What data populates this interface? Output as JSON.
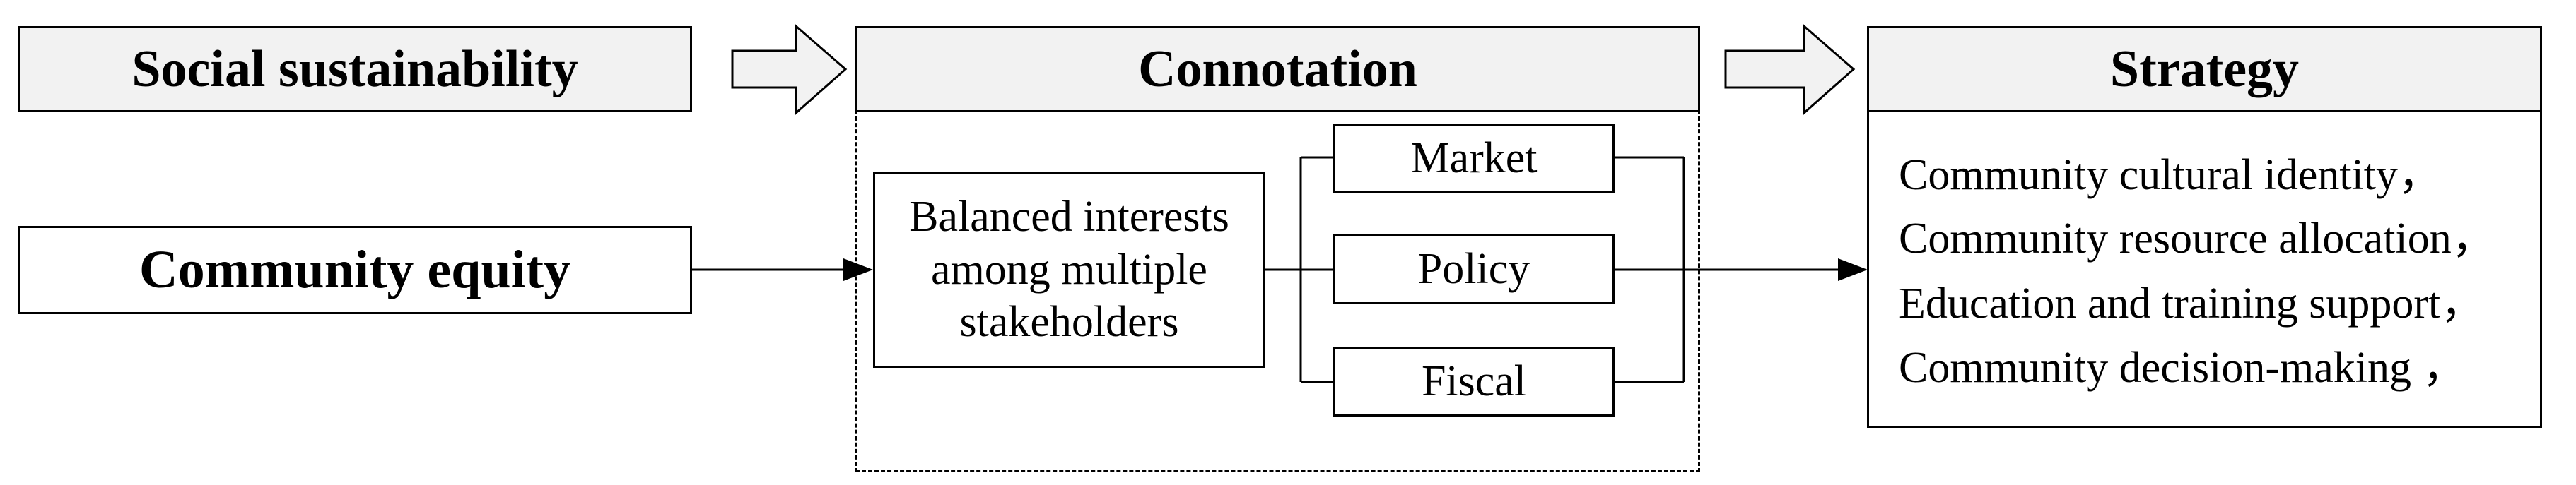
{
  "top_row": {
    "left_title": "Social sustainability",
    "middle_title": "Connotation",
    "right_title": "Strategy"
  },
  "left_box": "Community equity",
  "connotation": {
    "center_box": [
      "Balanced interests",
      "among multiple",
      "stakeholders"
    ],
    "branches": [
      "Market",
      "Policy",
      "Fiscal"
    ]
  },
  "strategy_items": [
    "Community cultural identity，",
    "Community resource allocation，",
    "Education and training support，",
    "Community decision-making ，"
  ]
}
